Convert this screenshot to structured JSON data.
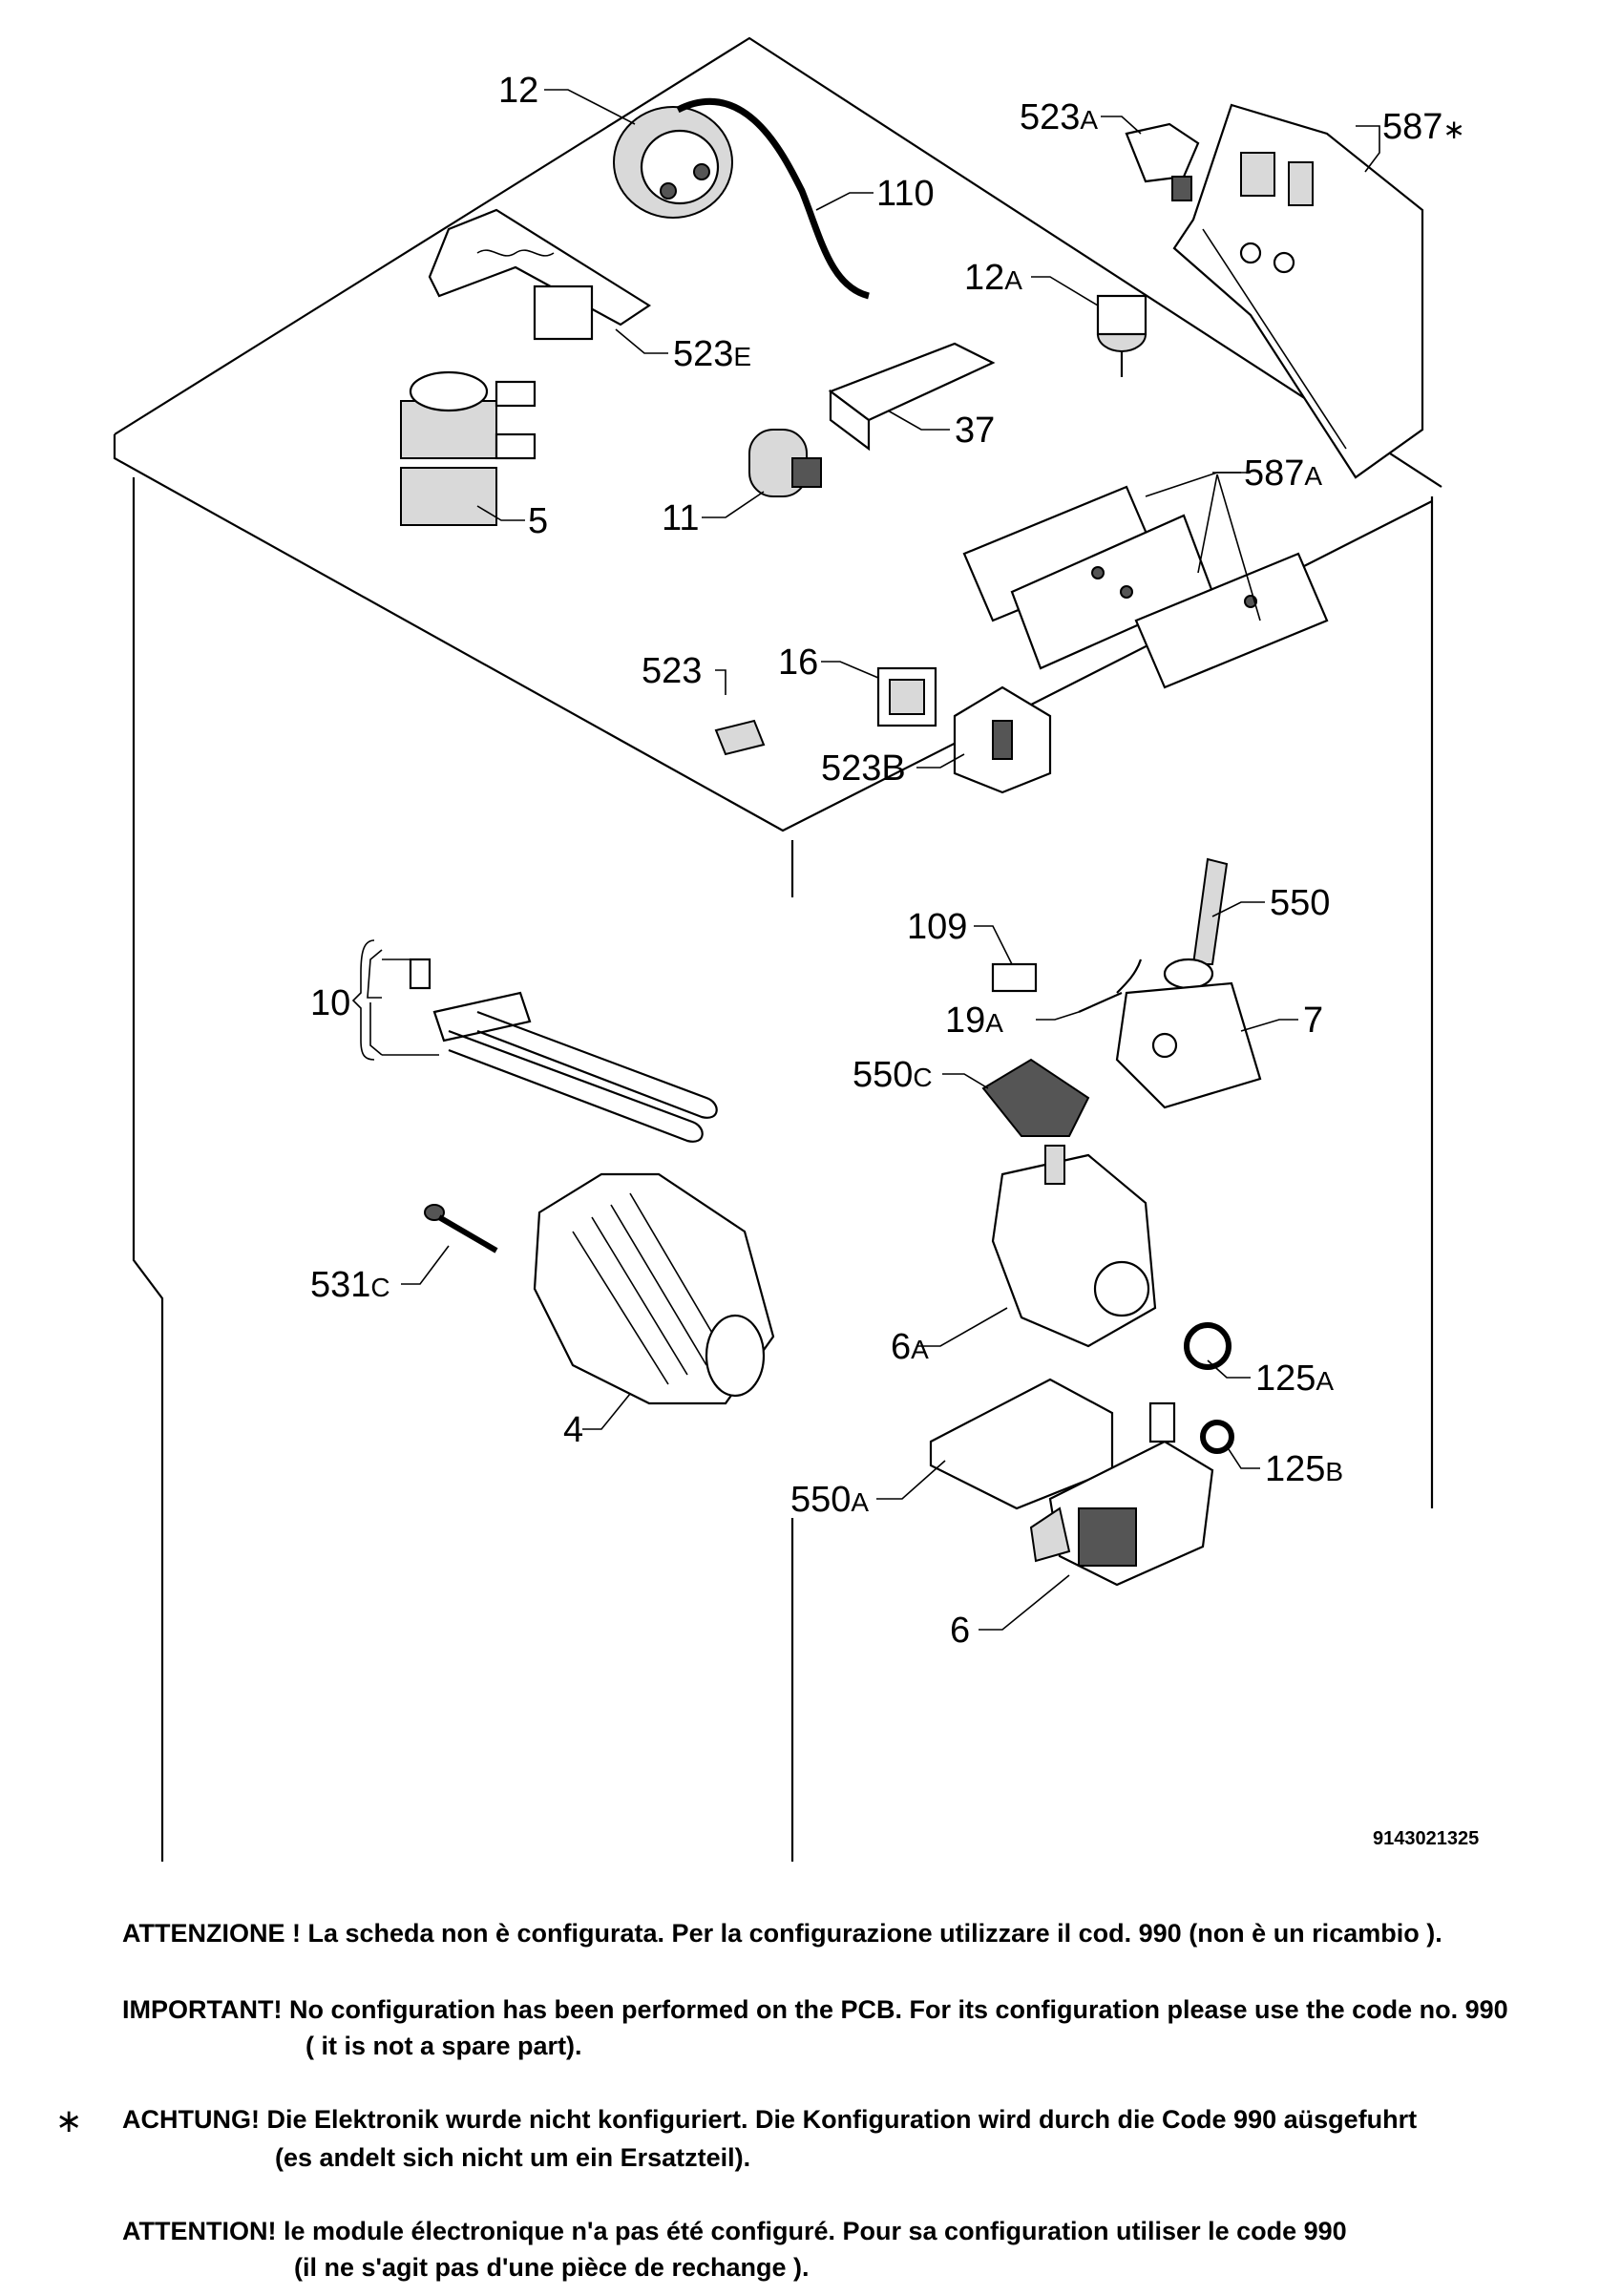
{
  "diagram": {
    "labels": [
      {
        "main": "12",
        "suffix": ""
      },
      {
        "main": "110",
        "suffix": ""
      },
      {
        "main": "523",
        "suffix": "A"
      },
      {
        "main": "587",
        "suffix": "∗"
      },
      {
        "main": "12",
        "suffix": "A"
      },
      {
        "main": "523",
        "suffix": "E"
      },
      {
        "main": "37",
        "suffix": ""
      },
      {
        "main": "5",
        "suffix": ""
      },
      {
        "main": "11",
        "suffix": ""
      },
      {
        "main": "587",
        "suffix": "A"
      },
      {
        "main": "523",
        "suffix": ""
      },
      {
        "main": "16",
        "suffix": ""
      },
      {
        "main": "523B",
        "suffix": ""
      },
      {
        "main": "109",
        "suffix": ""
      },
      {
        "main": "550",
        "suffix": ""
      },
      {
        "main": "10",
        "suffix": ""
      },
      {
        "main": "19",
        "suffix": "A"
      },
      {
        "main": "7",
        "suffix": ""
      },
      {
        "main": "550",
        "suffix": "C"
      },
      {
        "main": "531",
        "suffix": "C"
      },
      {
        "main": "6",
        "suffix": "A"
      },
      {
        "main": "125",
        "suffix": "A"
      },
      {
        "main": "4",
        "suffix": ""
      },
      {
        "main": "125",
        "suffix": "B"
      },
      {
        "main": "550",
        "suffix": "A"
      },
      {
        "main": "6",
        "suffix": ""
      }
    ],
    "drawing_code": "9143021325"
  },
  "notes": {
    "star": "∗",
    "it_1": "ATTENZIONE ! La scheda non è  configurata. Per la configurazione utilizzare il cod. 990 (non è un ricambio ).",
    "en_1": "IMPORTANT! No configuration has been performed on the PCB. For its configuration please use the code no. 990",
    "en_2": "( it is not a spare part).",
    "de_1": "ACHTUNG! Die Elektronik wurde nicht konfiguriert. Die Konfiguration wird durch die Code 990 aüsgefuhrt",
    "de_2": "(es andelt sich nicht um ein Ersatzteil).",
    "fr_1": "ATTENTION! le module électronique n'a pas été configuré. Pour  sa configuration utiliser le code 990",
    "fr_2": "(il ne s'agit pas d'une pièce de rechange )."
  }
}
